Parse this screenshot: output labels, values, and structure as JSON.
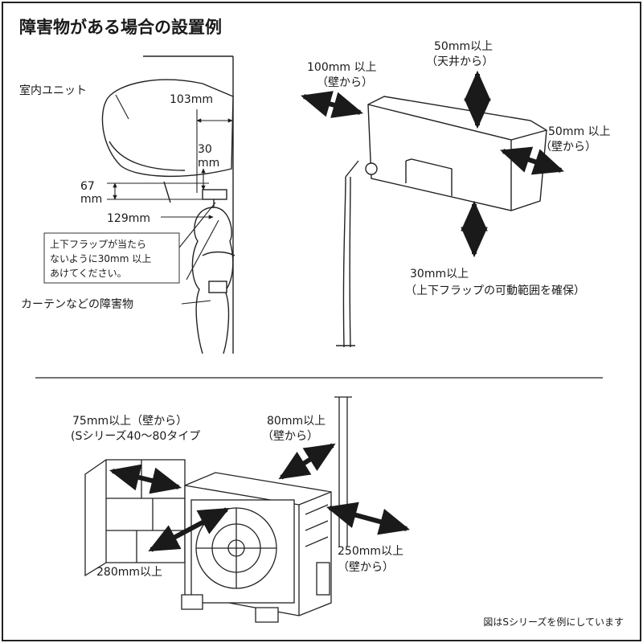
{
  "title": "障害物がある場合の設置例",
  "indoor_detail": {
    "unit_label": "室内ユニット",
    "dim_103": "103mm",
    "dim_30_a": "30",
    "dim_30_b": "mm",
    "dim_67_a": "67",
    "dim_67_b": "mm",
    "dim_129": "129mm",
    "callout_line1": "上下フラップが当たら",
    "callout_line2": "ないように30mm 以上",
    "callout_line3": "あけてください。",
    "obstacle_label": "カーテンなどの障害物"
  },
  "indoor_clearance": {
    "left_a": "100mm 以上",
    "left_b": "（壁から）",
    "top_a": "50mm以上",
    "top_b": "（天井から）",
    "right_a": "50mm 以上",
    "right_b": "（壁から）",
    "bottom_a": "30mm以上",
    "bottom_b": "（上下フラップの可動範囲を確保）"
  },
  "outdoor_clearance": {
    "left_a": "75mm以上（壁から）",
    "left_b": "(Sシリーズ40～80タイプ",
    "back_a": "80mm以上",
    "back_b": "（壁から）",
    "front": "280mm以上",
    "right_a": "250mm以上",
    "right_b": "（壁から）"
  },
  "footnote": "図はSシリーズを例にしています"
}
